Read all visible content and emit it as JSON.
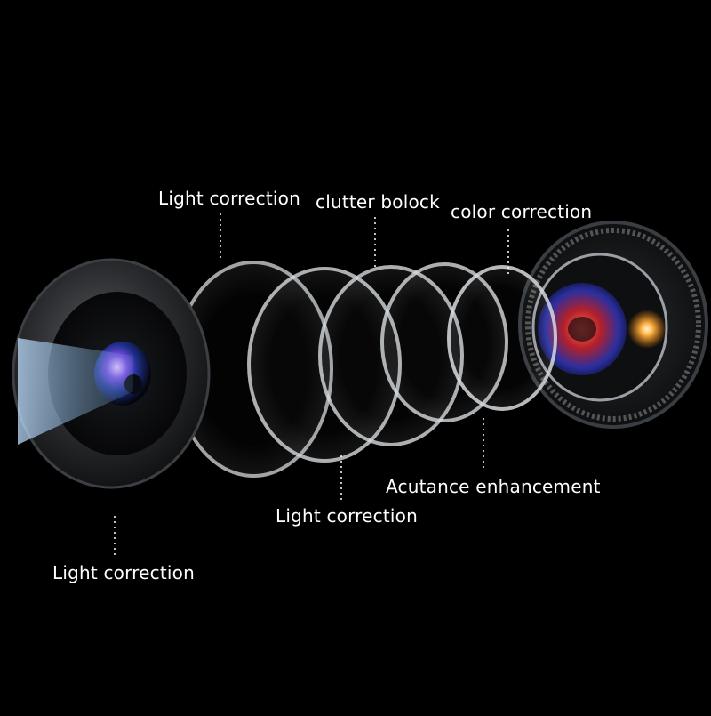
{
  "labels": {
    "top": [
      "Light correction",
      "clutter bolock",
      "color correction"
    ],
    "bottom": [
      "Acutance enhancement",
      "Light correction",
      "Light correction"
    ]
  },
  "colors": {
    "background": "#000000",
    "label_text": "#ffffff",
    "lens_ring": "#cfd4d8",
    "lens_glint_orange": "#ffb347"
  }
}
